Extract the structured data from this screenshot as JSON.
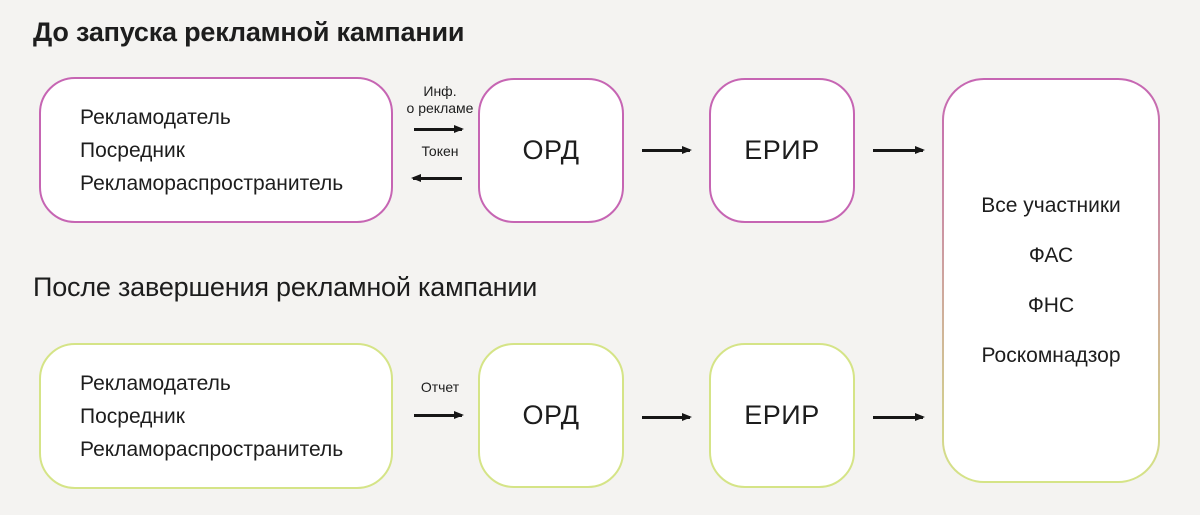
{
  "colors": {
    "background": "#f4f3f1",
    "text": "#1d1d1d",
    "accent_pink": "#c665b3",
    "accent_green": "#d5e487",
    "box_fill": "#ffffff",
    "arrow": "#161616"
  },
  "before": {
    "title": "До запуска рекламной кампании",
    "participants_box": {
      "items": [
        "Рекламодатель",
        "Посредник",
        "Рекламораспространитель"
      ]
    },
    "flow_labels": {
      "info_line1": "Инф.",
      "info_line2": "о рекламе",
      "token": "Токен"
    },
    "ord_label": "ОРД",
    "erir_label": "ЕРИР"
  },
  "after": {
    "title": "После завершения рекламной кампании",
    "participants_box": {
      "items": [
        "Рекламодатель",
        "Посредник",
        "Рекламораспространитель"
      ]
    },
    "flow_labels": {
      "report": "Отчет"
    },
    "ord_label": "ОРД",
    "erir_label": "ЕРИР"
  },
  "regulators_box": {
    "items": [
      "Все участники",
      "ФАС",
      "ФНС",
      "Роскомнадзор"
    ]
  }
}
